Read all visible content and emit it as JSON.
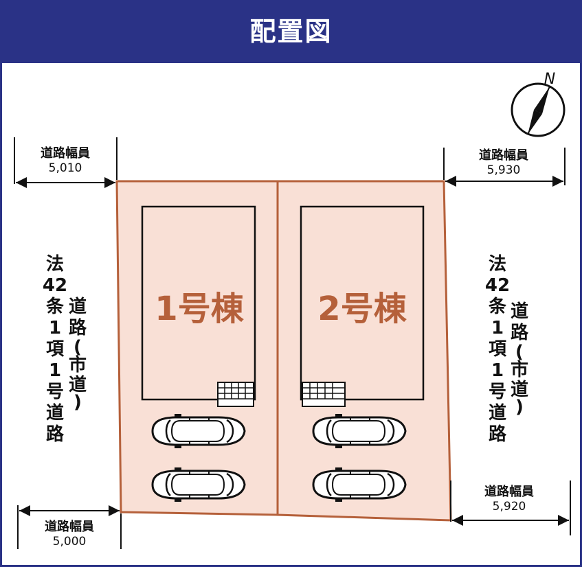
{
  "header": {
    "title": "配置図"
  },
  "compass": {
    "north_label": "N"
  },
  "roads": {
    "left_label_col1": [
      "法",
      "42",
      "条",
      "1",
      "項",
      "1",
      "号",
      "道",
      "路"
    ],
    "left_label_col2": [
      "道",
      "路",
      "(",
      "市",
      "道",
      ")"
    ],
    "right_label_col1": [
      "法",
      "42",
      "条",
      "1",
      "項",
      "1",
      "号",
      "道",
      "路"
    ],
    "right_label_col2": [
      "道",
      "路",
      "(",
      "市",
      "道",
      ")"
    ]
  },
  "widths": {
    "top_left": {
      "label": "道路幅員",
      "value": "5,010"
    },
    "top_right": {
      "label": "道路幅員",
      "value": "5,930"
    },
    "bottom_left": {
      "label": "道路幅員",
      "value": "5,000"
    },
    "bottom_right": {
      "label": "道路幅員",
      "value": "5,920"
    }
  },
  "lots": [
    {
      "label": "1号棟"
    },
    {
      "label": "2号棟"
    }
  ],
  "colors": {
    "header_bg": "#2a3286",
    "lot_fill": "#f9e0d6",
    "lot_border": "#b5603a",
    "lot_label": "#b5603a"
  }
}
